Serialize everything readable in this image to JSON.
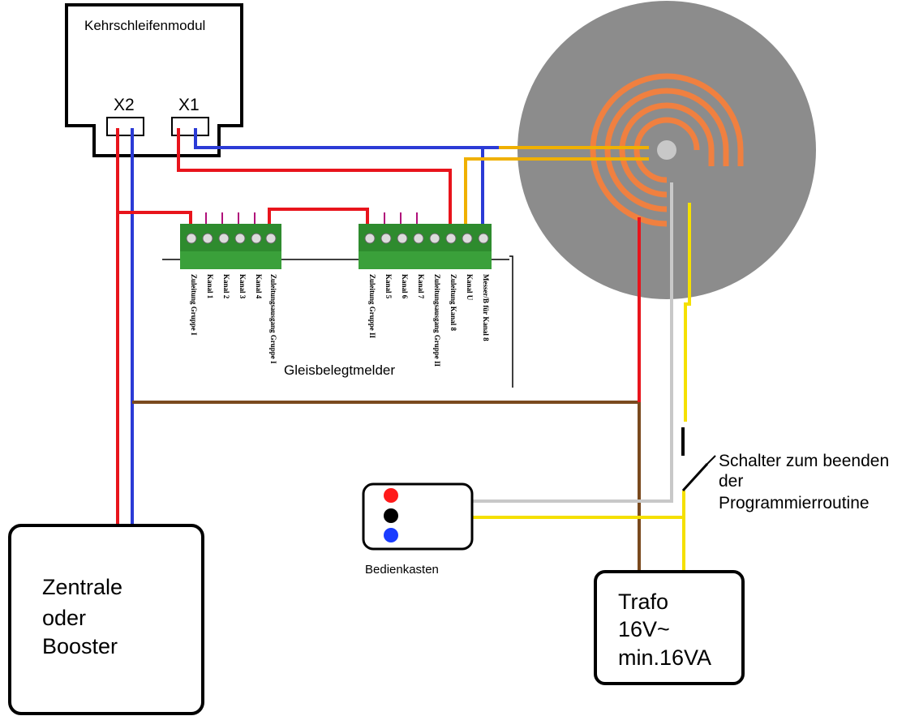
{
  "labels": {
    "kehrschleifenmodul": "Kehrschleifenmodul",
    "x2": "X2",
    "x1": "X1",
    "gleisbelegtmelder": "Gleisbelegtmelder",
    "bedienkasten": "Bedienkasten",
    "zentrale_line1": "Zentrale",
    "zentrale_line2": "oder",
    "zentrale_line3": "Booster",
    "trafo_line1": "Trafo",
    "trafo_line2": "16V~",
    "trafo_line3": "min.16VA",
    "schalter_line1": "Schalter zum beenden",
    "schalter_line2": "der",
    "schalter_line3": "Programmierroutine"
  },
  "terminal_labels_left": [
    "Zuleitung Gruppe I",
    "Kanal 1",
    "Kanal 2",
    "Kanal 3",
    "Kanal 4",
    "Zuleitungsausgang Gruppe I"
  ],
  "terminal_labels_right": [
    "Zuleitung Gruppe II",
    "Kanal 5",
    "Kanal 6",
    "Kanal 7",
    "Zuleitungsausgang Gruppe II",
    "Zuleitung Kanal 8",
    "Kanal U",
    "Messer/B für Kanal 8"
  ],
  "colors": {
    "wire_red": "#e8141c",
    "wire_blue": "#2b3bd6",
    "wire_brown": "#7a4a1e",
    "wire_gray": "#c8c8c8",
    "wire_yellow": "#f5e000",
    "wire_orange": "#f0b000",
    "terminal_green": "#2e8b2e",
    "turntable_gray": "#8c8c8c",
    "coil_orange": "#f08040",
    "button_red": "#ff1a1a",
    "button_black": "#000000",
    "button_blue": "#1a3cff"
  }
}
